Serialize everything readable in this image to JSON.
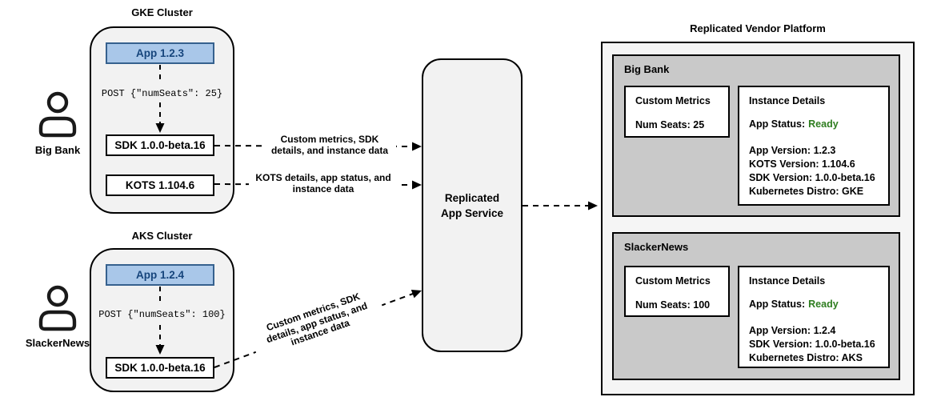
{
  "colors": {
    "app_box_fill": "#a9c7e9",
    "app_box_border": "#36618e",
    "app_box_text": "#16457c",
    "status_ready_green": "#2e7d1f",
    "cluster_fill": "#f2f2f2",
    "platform_fill": "#f5f5f5",
    "customer_card_fill": "#c9c9c9"
  },
  "clusters": [
    {
      "title": "GKE Cluster",
      "app_label": "App 1.2.3",
      "post_request": "POST {\"numSeats\": 25}",
      "sdk_label": "SDK 1.0.0-beta.16",
      "kots_label": "KOTS 1.104.6"
    },
    {
      "title": "AKS Cluster",
      "app_label": "App 1.2.4",
      "post_request": "POST {\"numSeats\": 100}",
      "sdk_label": "SDK 1.0.0-beta.16"
    }
  ],
  "users": [
    {
      "name": "Big Bank"
    },
    {
      "name": "SlackerNews"
    }
  ],
  "service": {
    "label": "Replicated\nApp Service"
  },
  "arrows": [
    {
      "label": "Custom metrics, SDK\ndetails, and instance data"
    },
    {
      "label": "KOTS details, app status, and\ninstance data"
    },
    {
      "label": "Custom metrics, SDK\ndetails, app status, and\ninstance data"
    }
  ],
  "platform": {
    "title": "Replicated Vendor Platform",
    "customers": [
      {
        "name": "Big Bank",
        "metrics": {
          "title": "Custom Metrics",
          "value": "Num Seats: 25"
        },
        "details": {
          "title": "Instance Details",
          "status_label": "App Status:",
          "status_value": "Ready",
          "lines": [
            "App Version: 1.2.3",
            "KOTS Version: 1.104.6",
            "SDK Version: 1.0.0-beta.16",
            "Kubernetes Distro: GKE"
          ]
        }
      },
      {
        "name": "SlackerNews",
        "metrics": {
          "title": "Custom Metrics",
          "value": "Num Seats: 100"
        },
        "details": {
          "title": "Instance Details",
          "status_label": "App Status:",
          "status_value": "Ready",
          "lines": [
            "App Version: 1.2.4",
            "SDK Version: 1.0.0-beta.16",
            "Kubernetes Distro: AKS"
          ]
        }
      }
    ]
  }
}
